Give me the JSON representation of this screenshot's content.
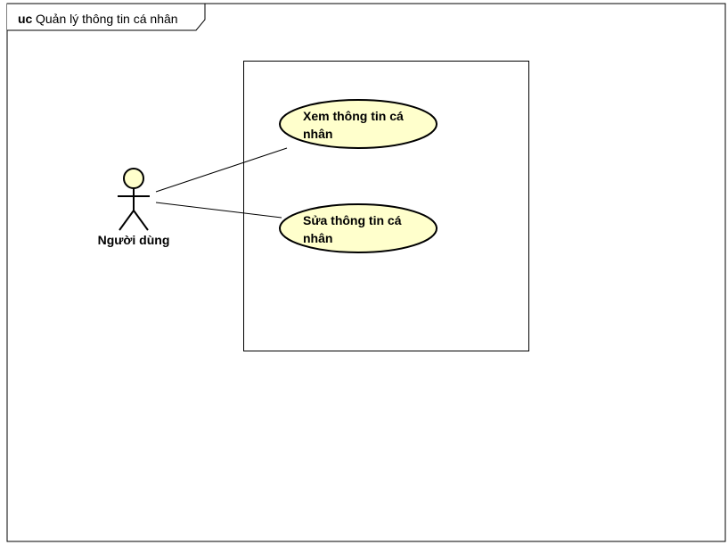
{
  "frame": {
    "keyword": "uc",
    "name": "Quản lý thông tin cá nhân"
  },
  "actor": {
    "name": "Người dùng"
  },
  "use_cases": [
    {
      "line1": "Xem thông tin cá",
      "line2": "nhân"
    },
    {
      "line1": "Sửa thông tin cá",
      "line2": "nhân"
    }
  ],
  "colors": {
    "use_case_fill": "#FFFFCC",
    "actor_head_fill": "#FFFFCC",
    "stroke": "#000000",
    "background": "#FFFFFF"
  }
}
